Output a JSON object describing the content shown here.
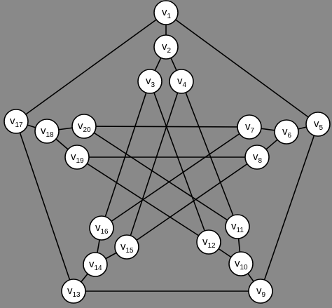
{
  "graph": {
    "colors": {
      "background": "#898989",
      "node_fill": "#ffffff",
      "stroke": "#000000"
    },
    "nodes": [
      {
        "id": "v1",
        "label": "v",
        "sub": "1"
      },
      {
        "id": "v2",
        "label": "v",
        "sub": "2"
      },
      {
        "id": "v3",
        "label": "v",
        "sub": "3"
      },
      {
        "id": "v4",
        "label": "v",
        "sub": "4"
      },
      {
        "id": "v5",
        "label": "v",
        "sub": "5"
      },
      {
        "id": "v6",
        "label": "v",
        "sub": "6"
      },
      {
        "id": "v7",
        "label": "v",
        "sub": "7"
      },
      {
        "id": "v8",
        "label": "v",
        "sub": "8"
      },
      {
        "id": "v9",
        "label": "v",
        "sub": "9"
      },
      {
        "id": "v10",
        "label": "v",
        "sub": "10"
      },
      {
        "id": "v11",
        "label": "v",
        "sub": "11"
      },
      {
        "id": "v12",
        "label": "v",
        "sub": "12"
      },
      {
        "id": "v13",
        "label": "v",
        "sub": "13"
      },
      {
        "id": "v14",
        "label": "v",
        "sub": "14"
      },
      {
        "id": "v15",
        "label": "v",
        "sub": "15"
      },
      {
        "id": "v16",
        "label": "v",
        "sub": "16"
      },
      {
        "id": "v17",
        "label": "v",
        "sub": "17"
      },
      {
        "id": "v18",
        "label": "v",
        "sub": "18"
      },
      {
        "id": "v19",
        "label": "v",
        "sub": "19"
      },
      {
        "id": "v20",
        "label": "v",
        "sub": "20"
      }
    ],
    "edges": [
      [
        "v1",
        "v2"
      ],
      [
        "v1",
        "v5"
      ],
      [
        "v1",
        "v17"
      ],
      [
        "v2",
        "v3"
      ],
      [
        "v2",
        "v4"
      ],
      [
        "v3",
        "v16"
      ],
      [
        "v3",
        "v12"
      ],
      [
        "v4",
        "v15"
      ],
      [
        "v4",
        "v11"
      ],
      [
        "v5",
        "v6"
      ],
      [
        "v5",
        "v9"
      ],
      [
        "v6",
        "v7"
      ],
      [
        "v6",
        "v8"
      ],
      [
        "v7",
        "v20"
      ],
      [
        "v7",
        "v16"
      ],
      [
        "v8",
        "v19"
      ],
      [
        "v8",
        "v15"
      ],
      [
        "v9",
        "v10"
      ],
      [
        "v9",
        "v13"
      ],
      [
        "v10",
        "v11"
      ],
      [
        "v10",
        "v12"
      ],
      [
        "v11",
        "v20"
      ],
      [
        "v12",
        "v19"
      ],
      [
        "v13",
        "v14"
      ],
      [
        "v13",
        "v17"
      ],
      [
        "v14",
        "v15"
      ],
      [
        "v14",
        "v16"
      ],
      [
        "v17",
        "v18"
      ],
      [
        "v18",
        "v19"
      ],
      [
        "v18",
        "v20"
      ]
    ]
  }
}
